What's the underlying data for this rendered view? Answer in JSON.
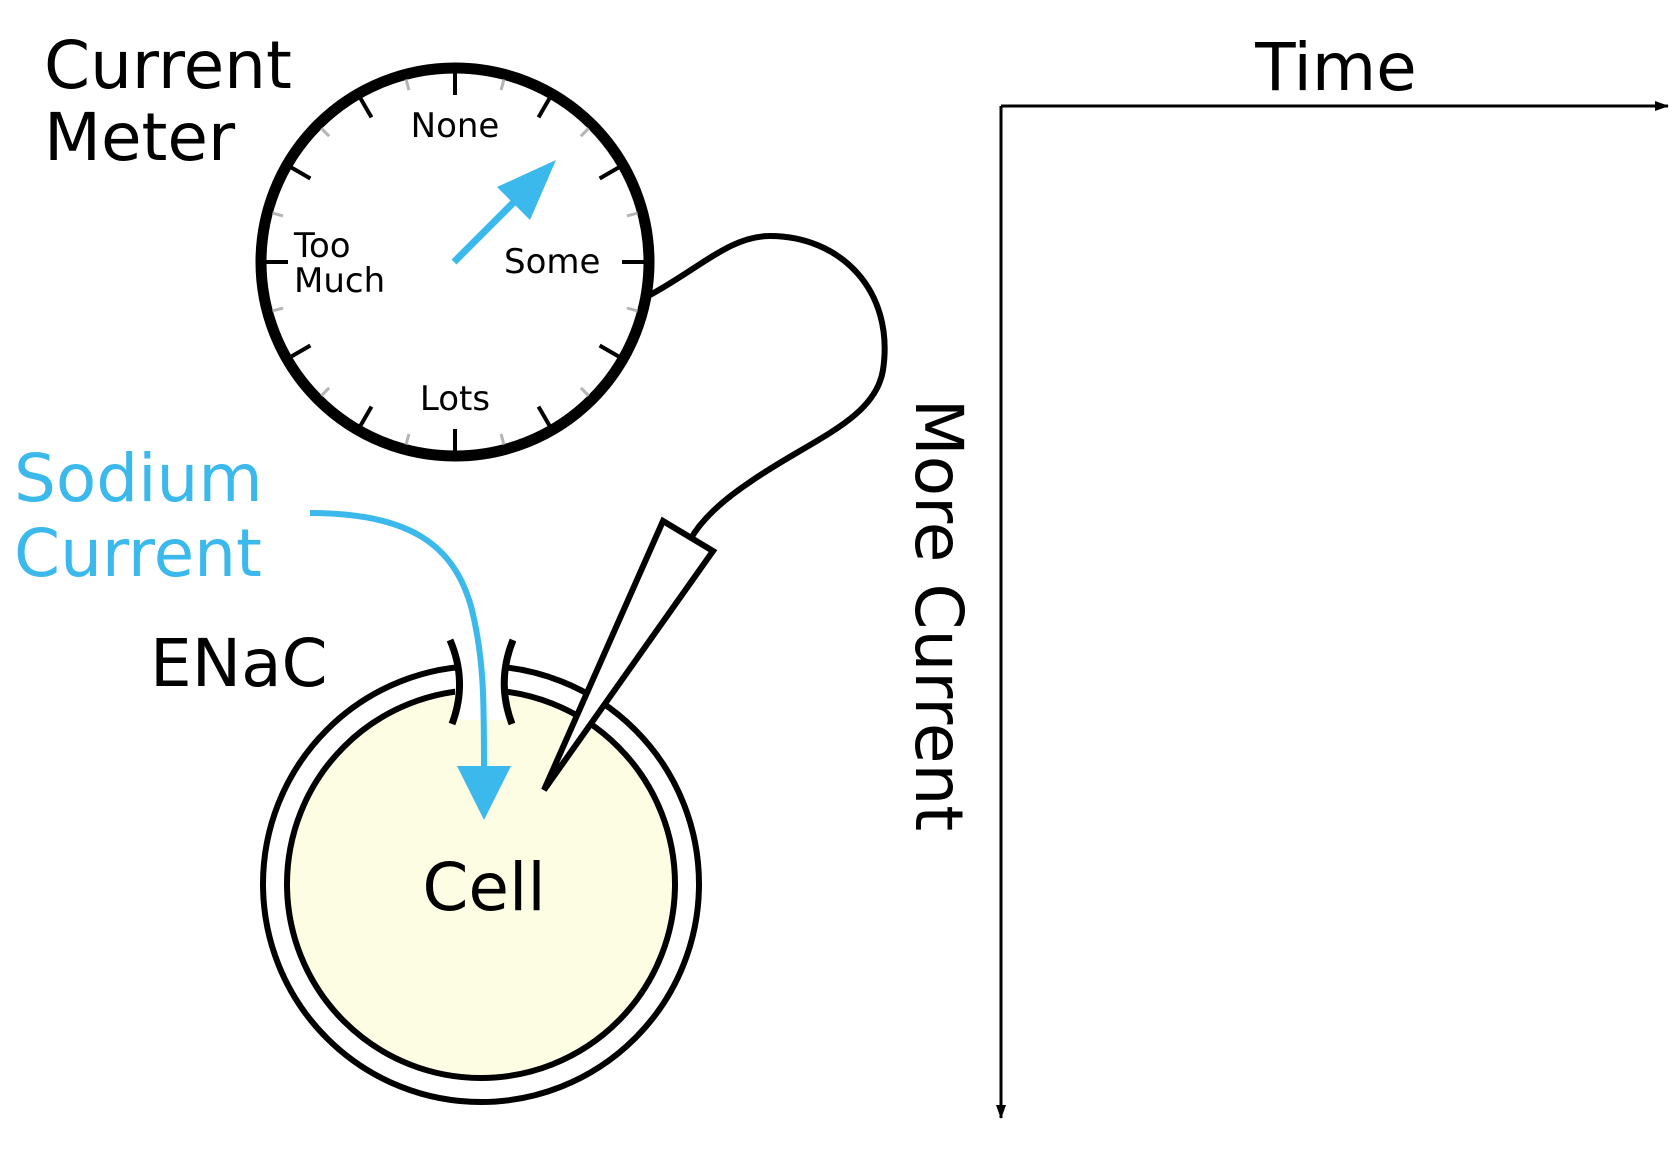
{
  "meter": {
    "title_line1": "Current",
    "title_line2": "Meter",
    "labels": {
      "top": "None",
      "right": "Some",
      "bottom": "Lots",
      "left_line1": "Too",
      "left_line2": "Much"
    }
  },
  "sodium": {
    "line1": "Sodium",
    "line2": "Current"
  },
  "channel_label": "ENaC",
  "cell_label": "Cell",
  "axes": {
    "x_label": "Time",
    "y_label": "More Current"
  },
  "colors": {
    "accent": "#3bb8ec",
    "cell_fill": "#fdfde3",
    "ink": "#000000",
    "minor_tick": "#b5b5b5"
  }
}
